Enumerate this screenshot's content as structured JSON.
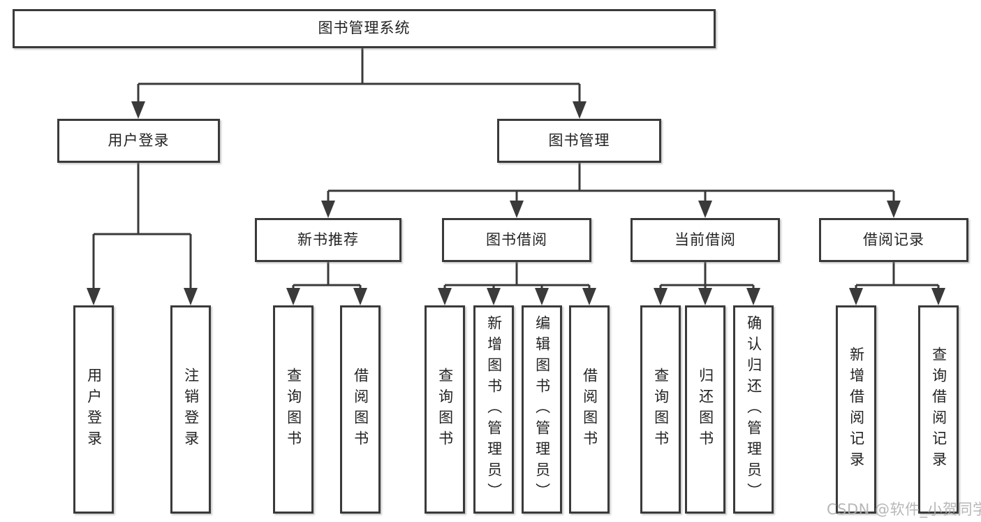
{
  "diagram": {
    "title_note": "functional structure diagram",
    "root": "图书管理系统",
    "branches": [
      {
        "label": "用户登录",
        "children": [
          "用户登录",
          "注销登录"
        ]
      },
      {
        "label": "图书管理",
        "sections": [
          {
            "label": "新书推荐",
            "children": [
              "查询图书",
              "借阅图书"
            ]
          },
          {
            "label": "图书借阅",
            "children": [
              "查询图书",
              "新增图书（管理员）",
              "编辑图书（管理员）",
              "借阅图书"
            ]
          },
          {
            "label": "当前借阅",
            "children": [
              "查询图书",
              "归还图书",
              "确认归还（管理员）"
            ]
          },
          {
            "label": "借阅记录",
            "children": [
              "新增借阅记录",
              "查询借阅记录"
            ]
          }
        ]
      }
    ]
  },
  "colors": {
    "line": "#3a3a3a",
    "text": "#232323",
    "watermark": "#afafaf",
    "background": "#ffffff"
  },
  "watermark": "CSDN @软件_小贺同学"
}
